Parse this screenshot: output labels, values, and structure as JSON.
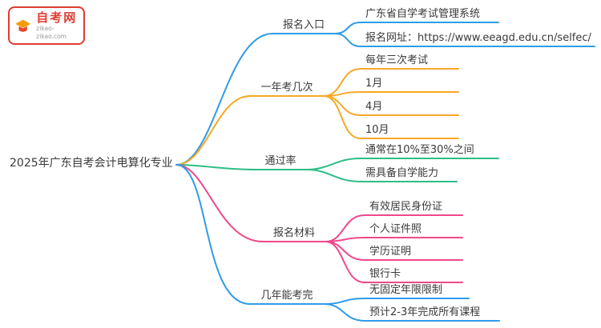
{
  "logo": {
    "site_name": "自考网",
    "site_url": "zikao-zikao.com"
  },
  "root": {
    "label": "2025年广东自考会计电算化专业"
  },
  "colors": {
    "blue": "#2f9be8",
    "orange": "#f7a826",
    "green": "#2ebd85",
    "pink": "#f0478c",
    "brand_red": "#e03c31"
  },
  "branches": [
    {
      "label": "报名入口",
      "color": "blue",
      "children": [
        {
          "label": "广东省自学考试管理系统"
        },
        {
          "label": "报名网址：https://www.eeagd.edu.cn/selfec/"
        }
      ]
    },
    {
      "label": "一年考几次",
      "color": "orange",
      "children": [
        {
          "label": "每年三次考试"
        },
        {
          "label": "1月"
        },
        {
          "label": "4月"
        },
        {
          "label": "10月"
        }
      ]
    },
    {
      "label": "通过率",
      "color": "green",
      "children": [
        {
          "label": "通常在10%至30%之间"
        },
        {
          "label": "需具备自学能力"
        }
      ]
    },
    {
      "label": "报名材料",
      "color": "pink",
      "children": [
        {
          "label": "有效居民身份证"
        },
        {
          "label": "个人证件照"
        },
        {
          "label": "学历证明"
        },
        {
          "label": "银行卡"
        }
      ]
    },
    {
      "label": "几年能考完",
      "color": "blue",
      "children": [
        {
          "label": "无固定年限限制"
        },
        {
          "label": "预计2-3年完成所有课程"
        }
      ]
    }
  ]
}
